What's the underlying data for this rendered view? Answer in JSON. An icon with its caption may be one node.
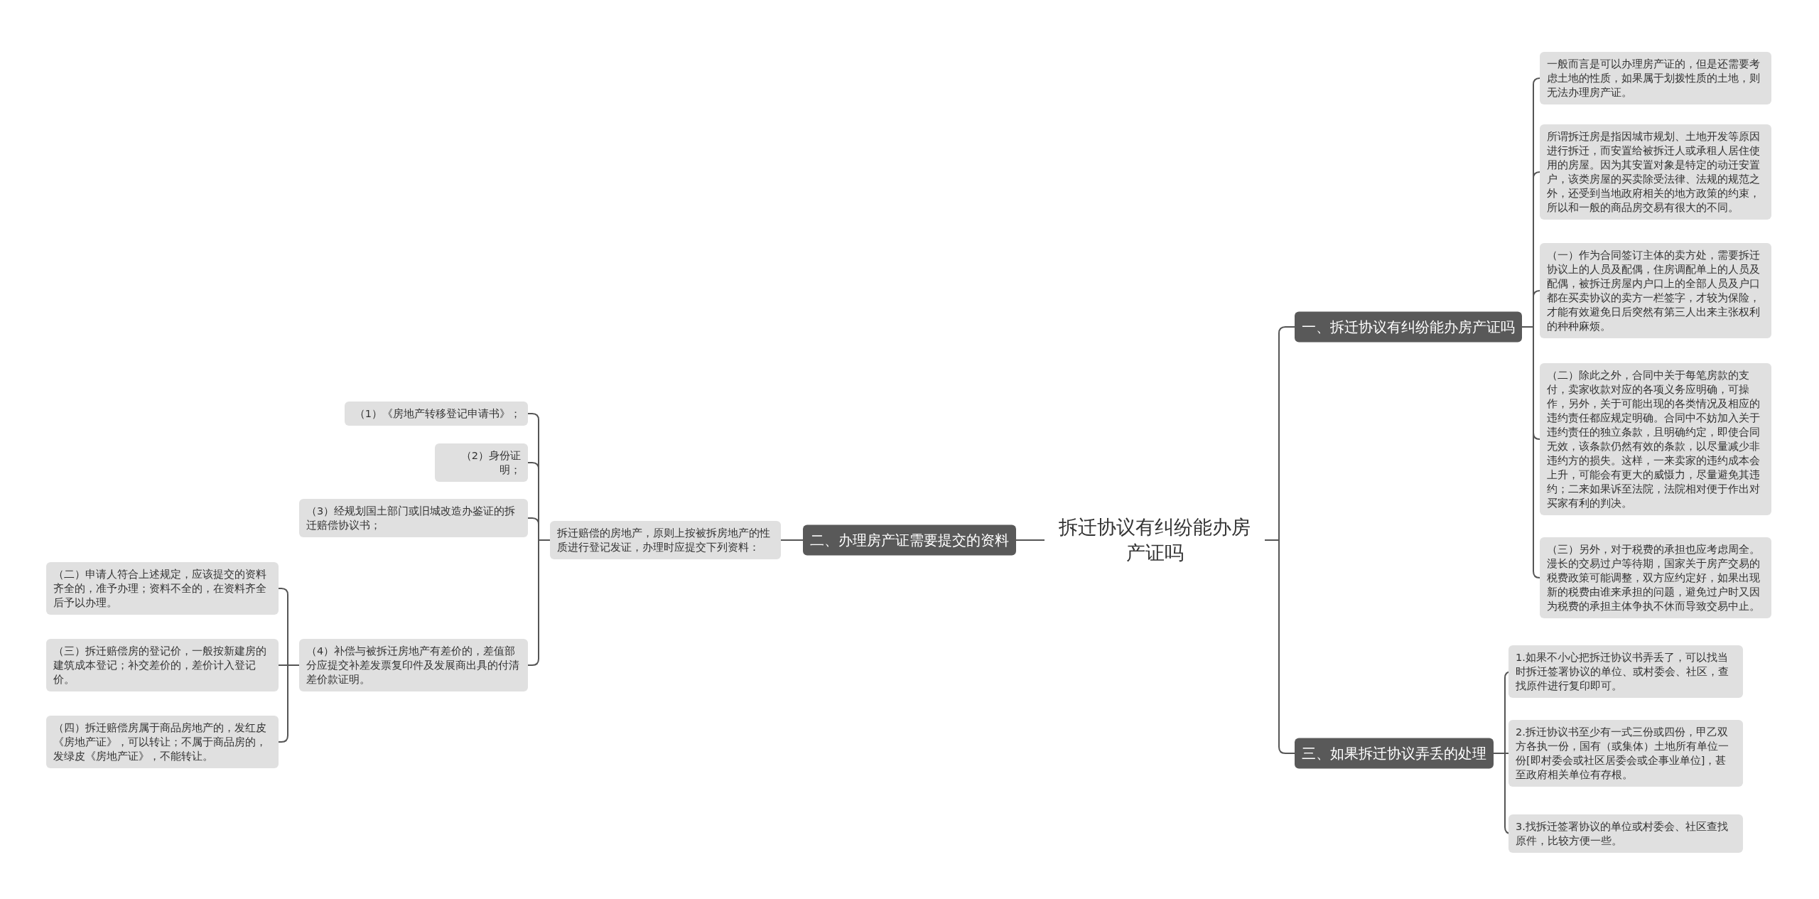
{
  "diagram": {
    "nodes": [
      {
        "text": [
          "拆迁协议有纠纷能办房产证吗"
        ]
      },
      {
        "text": [
          "一、拆迁协议有纠纷能办房产证吗"
        ]
      },
      {
        "text": [
          "一般而言是可以办理房产证的，但是还需要考虑土地的性质，如果属于划拨性质的土地，则无法办理房产证。"
        ]
      },
      {
        "text": [
          "所谓拆迁房是指因城市规划、土地开发等原因进行拆迁，而安置给被拆迁人或承租人居住使用的房屋。因为其安置对象是特定的动迁安置户，该类房屋的买卖除受法律、法规的规范之外，还受到当地政府相关的地方政策的约束，所以和一般的商品房交易有很大的不同。"
        ]
      },
      {
        "text": [
          "（一）作为合同签订主体的卖方处，需要拆迁协议上的人员及配偶，住房调配单上的人员及配偶，被拆迁房屋内户口上的全部人员及户口都在买卖协议的卖方一栏签字，才较为保险，才能有效避免日后突然有第三人出来主张权利的种种麻烦。"
        ]
      },
      {
        "text": [
          "（二）除此之外，合同中关于每笔房款的支付，卖家收款对应的各项义务应明确，可操作，另外，关于可能出现的各类情况及相应的违约责任都应规定明确。合同中不妨加入关于违约责任的独立条款，且明确约定，即使合同无效，该条款仍然有效的条款，以尽量减少非违约方的损失。这样，一来卖家的违约成本会上升，可能会有更大的威慑力，尽量避免其违约；二来如果诉至法院，法院相对便于作出对买家有利的判决。"
        ]
      },
      {
        "text": [
          "（三）另外，对于税费的承担也应考虑周全。漫长的交易过户等待期，国家关于房产交易的税费政策可能调整，双方应约定好，如果出现新的税费由谁来承担的问题，避免过户时又因为税费的承担主体争执不休而导致交易中止。"
        ]
      },
      {
        "text": [
          "三、如果拆迁协议弄丢的处理"
        ]
      },
      {
        "text": [
          "1.如果不小心把拆迁协议书弄丢了，可以找当时拆迁签署协议的单位、或村委会、社区，查找原件进行复印即可。"
        ]
      },
      {
        "text": [
          "2.拆迁协议书至少有一式三份或四份，甲乙双方各执一份，国有（或集体）土地所有单位一份[即村委会或社区居委会或企事业单位]，甚至政府相关单位有存根。"
        ]
      },
      {
        "text": [
          "3.找拆迁签署协议的单位或村委会、社区查找原件，比较方便一些。"
        ]
      },
      {
        "text": [
          "二、办理房产证需要提交的资料"
        ]
      },
      {
        "text": [
          "拆迁赔偿的房地产，原则上按被拆房地产的性质进行登记发证，办理时应提交下列资料："
        ]
      },
      {
        "text": [
          "（1）《房地产转移登记申请书》；"
        ]
      },
      {
        "text": [
          "（2）身份证明；"
        ]
      },
      {
        "text": [
          "（3）经规划国土部门或旧城改造办鉴证的拆迁赔偿协议书；"
        ]
      },
      {
        "text": [
          "（4）补偿与被拆迁房地产有差价的，差值部分应提交补差发票复印件及发展商出具的付清差价款证明。"
        ]
      },
      {
        "text": [
          "（二）申请人符合上述规定，应该提交的资料齐全的，准予办理；资料不全的，在资料齐全后予以办理。"
        ]
      },
      {
        "text": [
          "（三）拆迁赔偿房的登记价，一般按新建房的建筑成本登记；补交差价的，差价计入登记价。"
        ]
      },
      {
        "text": [
          "（四）拆迁赔偿房属于商品房地产的，发红皮《房地产证》，可以转让；不属于商品房的，发绿皮《房地产证》，不能转让。"
        ]
      }
    ],
    "edges": [
      {
        "from": 0,
        "to": 1,
        "arrow": "none"
      },
      {
        "from": 0,
        "to": 7,
        "arrow": "none"
      },
      {
        "from": 0,
        "to": 11,
        "arrow": "none"
      },
      {
        "from": 1,
        "to": 2,
        "arrow": "none"
      },
      {
        "from": 1,
        "to": 3,
        "arrow": "none"
      },
      {
        "from": 1,
        "to": 4,
        "arrow": "none"
      },
      {
        "from": 1,
        "to": 5,
        "arrow": "none"
      },
      {
        "from": 1,
        "to": 6,
        "arrow": "none"
      },
      {
        "from": 7,
        "to": 8,
        "arrow": "none"
      },
      {
        "from": 7,
        "to": 9,
        "arrow": "none"
      },
      {
        "from": 7,
        "to": 10,
        "arrow": "none"
      },
      {
        "from": 11,
        "to": 12,
        "arrow": "none"
      },
      {
        "from": 12,
        "to": 13,
        "arrow": "none"
      },
      {
        "from": 12,
        "to": 14,
        "arrow": "none"
      },
      {
        "from": 12,
        "to": 15,
        "arrow": "none"
      },
      {
        "from": 12,
        "to": 16,
        "arrow": "none"
      },
      {
        "from": 16,
        "to": 17,
        "arrow": "none"
      },
      {
        "from": 16,
        "to": 18,
        "arrow": "none"
      },
      {
        "from": 16,
        "to": 19,
        "arrow": "none"
      }
    ]
  }
}
